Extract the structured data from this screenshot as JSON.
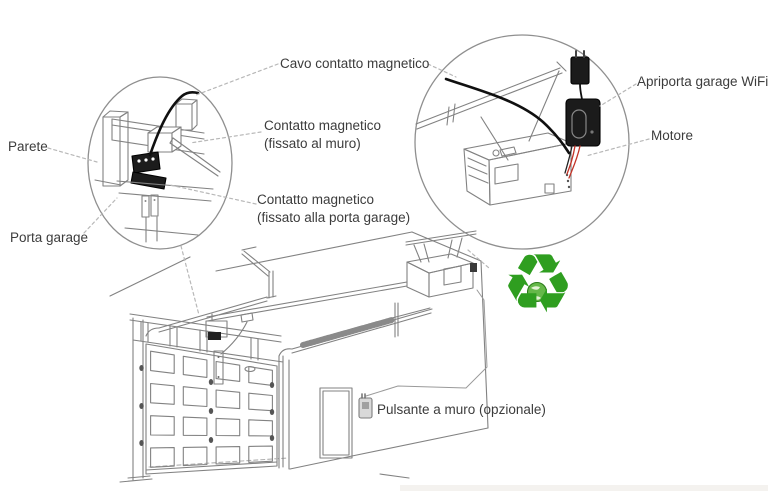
{
  "diagram": {
    "type": "garage-door-opener-installation-diagram",
    "labels": {
      "cavo": "Cavo contatto magnetico",
      "apriporta": "Apriporta garage WiFi",
      "motore": "Motore",
      "contatto_muro_line1": "Contatto magnetico",
      "contatto_muro_line2": "(fissato al muro)",
      "contatto_porta_line1": "Contatto magnetico",
      "contatto_porta_line2": "(fissato alla porta garage)",
      "parete": "Parete",
      "porta_garage": "Porta garage",
      "pulsante": "Pulsante a muro (opzionale)"
    },
    "icons": {
      "recycle_glyph": "♻"
    },
    "colors": {
      "line_art": "#828282",
      "text": "#3c3c3c",
      "cable_black": "#101010",
      "wire_red": "#c23327",
      "device_black": "#1b1b1b",
      "recycle_green": "#2f9e20",
      "leader_dash": "#b8b8b8"
    }
  }
}
